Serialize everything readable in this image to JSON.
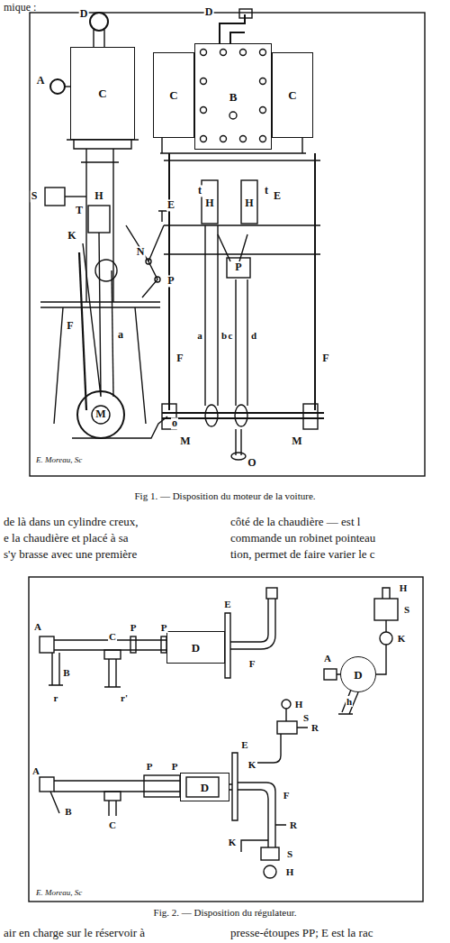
{
  "diagram": {
    "caption": "Fig. 2. — Disposition du régulateur.",
    "nodes": [
      {
        "text": [
          "C"
        ]
      },
      {
        "text": [
          "C"
        ]
      },
      {
        "text": [
          "B"
        ]
      },
      {
        "text": [
          "C"
        ]
      },
      {
        "text": [
          "D"
        ]
      },
      {
        "text": [
          "D"
        ]
      },
      {
        "text": [
          "D"
        ]
      }
    ],
    "labels": [
      "mique :",
      "D",
      "A",
      "S",
      "E",
      "T",
      "H",
      "N",
      "K",
      "P",
      "F",
      "a",
      "M",
      "o",
      "D",
      "t",
      "t",
      "H",
      "H",
      "E",
      "P",
      "F",
      "F",
      "a",
      "b",
      "c",
      "d",
      "M",
      "M",
      "O",
      "E. Moreau, Sc",
      "Fig 1. — Disposition du moteur de la voiture.",
      "de là dans un cylindre creux,",
      "e la chaudière et placé à sa",
      "s'y brasse avec une première",
      "côté de la chaudière — est l",
      "commande un robinet pointeau",
      "tion, permet de faire varier le c",
      "A",
      "B",
      "C",
      "r",
      "r'",
      "P",
      "P",
      "E",
      "F",
      "H",
      "S",
      "R",
      "K",
      "S",
      "H",
      "K",
      "A",
      "h",
      "A",
      "B",
      "C",
      "P",
      "P",
      "E",
      "F",
      "K",
      "R",
      "S",
      "H",
      "E. Moreau, Sc",
      "air en charge sur le réservoir à",
      "presse-étoupes PP; E est la rac"
    ]
  }
}
